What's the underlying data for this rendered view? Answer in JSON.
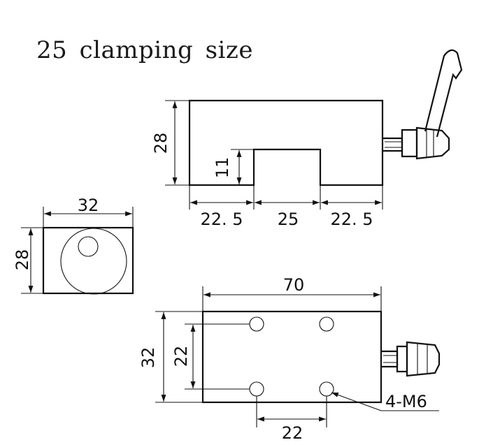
{
  "title": "25 clamping size",
  "colors": {
    "line": "#111111",
    "background": "#ffffff"
  },
  "front_view": {
    "height": "28",
    "slot_depth": "11",
    "left_width": "22. 5",
    "slot_width": "25",
    "right_width": "22. 5"
  },
  "side_view": {
    "width": "32",
    "height": "28"
  },
  "top_view": {
    "length": "70",
    "width": "32",
    "hole_spacing_y": "22",
    "hole_spacing_x": "22",
    "hole_callout": "4-M6"
  },
  "icons": [
    "clamp-lever-icon",
    "clamp-screw-icon"
  ]
}
